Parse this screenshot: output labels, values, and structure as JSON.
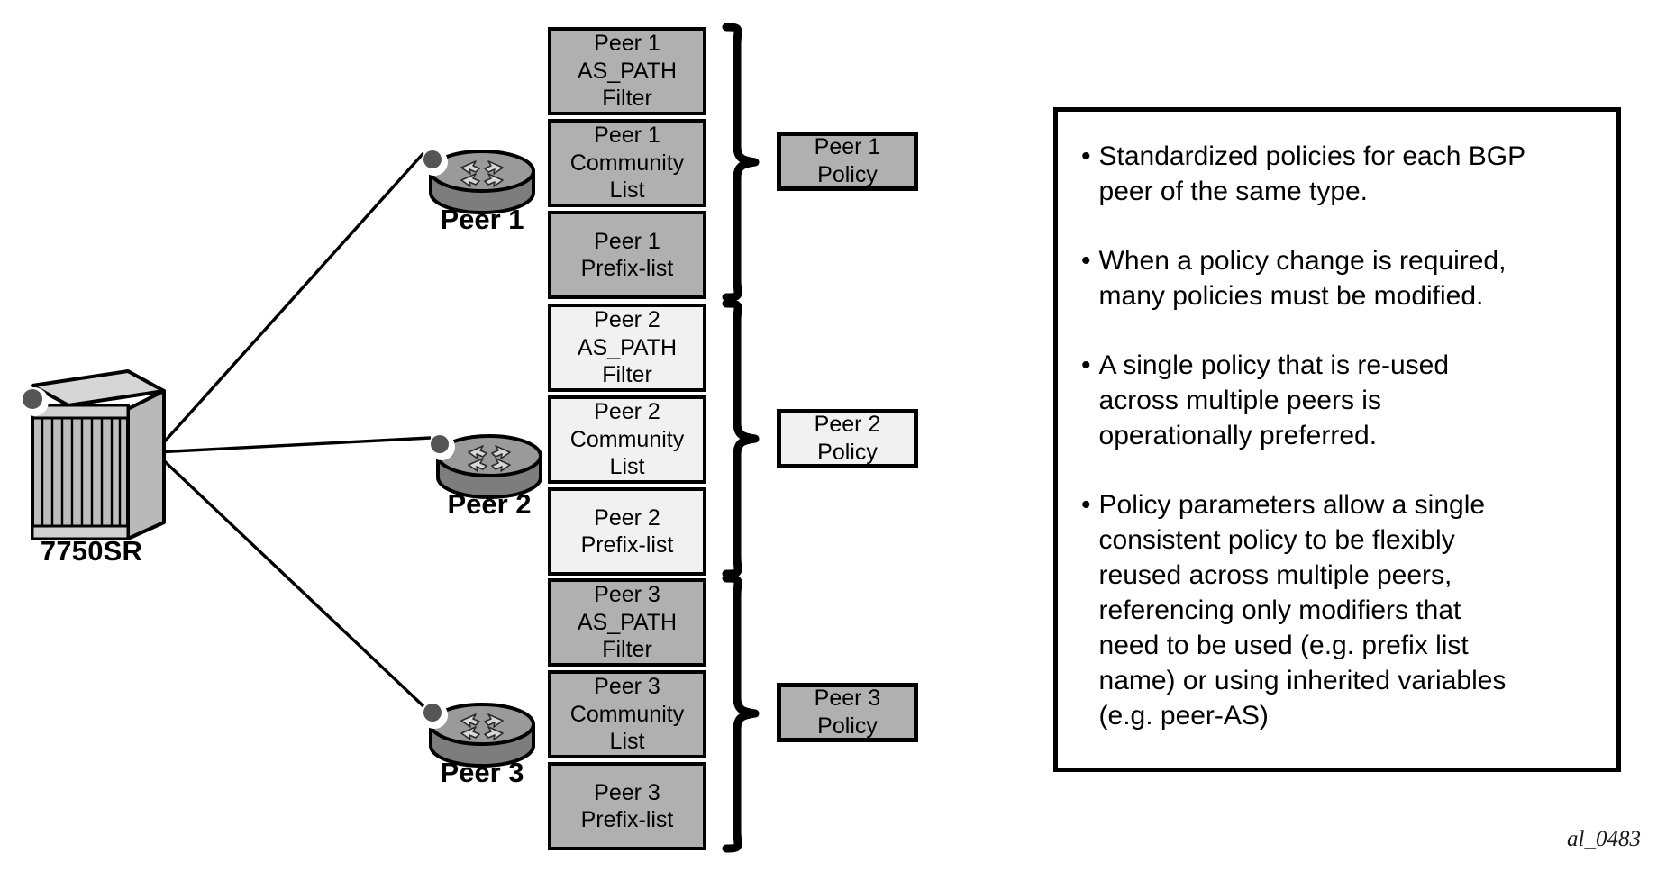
{
  "figure": {
    "id_label": "al_0483"
  },
  "device": {
    "name": "7750SR",
    "icon": "router-chassis-icon"
  },
  "peers": [
    {
      "label": "Peer 1",
      "icon": "router-icon",
      "fill": "#b0b0b0",
      "components": [
        "Peer 1\nAS_PATH\nFilter",
        "Peer 1\nCommunity\nList",
        "Peer 1\nPrefix-list"
      ],
      "policy": "Peer 1\nPolicy"
    },
    {
      "label": "Peer 2",
      "icon": "router-icon",
      "fill": "#f1f1f1",
      "components": [
        "Peer 2\nAS_PATH\nFilter",
        "Peer 2\nCommunity\nList",
        "Peer 2\nPrefix-list"
      ],
      "policy": "Peer 2\nPolicy"
    },
    {
      "label": "Peer 3",
      "icon": "router-icon",
      "fill": "#b0b0b0",
      "components": [
        "Peer 3\nAS_PATH\nFilter",
        "Peer 3\nCommunity\nList",
        "Peer 3\nPrefix-list"
      ],
      "policy": "Peer 3\nPolicy"
    }
  ],
  "notes": {
    "bullet_char": "•",
    "bullets": [
      "Standardized policies for each BGP\npeer of the same type.",
      "When a policy change is required,\nmany policies must be modified.",
      "A single policy that is re-used\nacross multiple peers is\noperationally preferred.",
      "Policy parameters allow a single\nconsistent policy to be flexibly\nreused across multiple peers,\nreferencing only modifiers that\nneed to be used (e.g. prefix list\nname) or using inherited variables\n(e.g. peer-AS)"
    ]
  },
  "colors": {
    "gray_fill": "#b0b0b0",
    "light_fill": "#f1f1f1",
    "stroke": "#000000",
    "chassis_face": "#b9b9b9",
    "chassis_top": "#d6d6d6",
    "router_body": "#7d7d7d",
    "router_top": "#9a9a9a",
    "marker_dot": "#555555"
  }
}
